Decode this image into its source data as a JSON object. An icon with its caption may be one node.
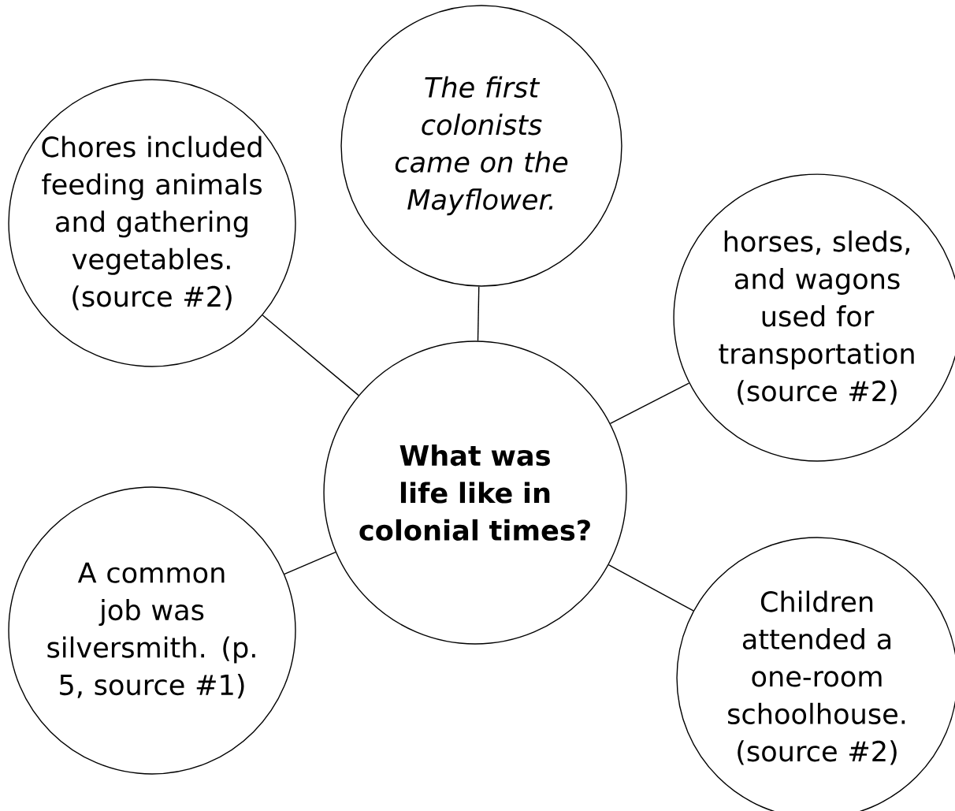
{
  "diagram": {
    "nodes": [
      {
        "text": [
          "The first colonists came on the Mayflower."
        ]
      },
      {
        "text": [
          "Chores included feeding animals and gathering vegetables. (source #2)"
        ]
      },
      {
        "text": [
          "horses, sleds, and wagons used for transportation (source #2)"
        ]
      },
      {
        "text": [
          "What was life like in colonial times?"
        ]
      },
      {
        "text": [
          "A common job was silversmith. (p. 5, source #1)"
        ]
      },
      {
        "text": [
          "Children attended a one-room schoolhouse. (source #2)"
        ]
      }
    ],
    "edges": [
      {
        "from": 3,
        "to": 0,
        "arrow": "none"
      },
      {
        "from": 3,
        "to": 1,
        "arrow": "none"
      },
      {
        "from": 3,
        "to": 2,
        "arrow": "none"
      },
      {
        "from": 3,
        "to": 4,
        "arrow": "none"
      },
      {
        "from": 3,
        "to": 5,
        "arrow": "none"
      }
    ]
  }
}
